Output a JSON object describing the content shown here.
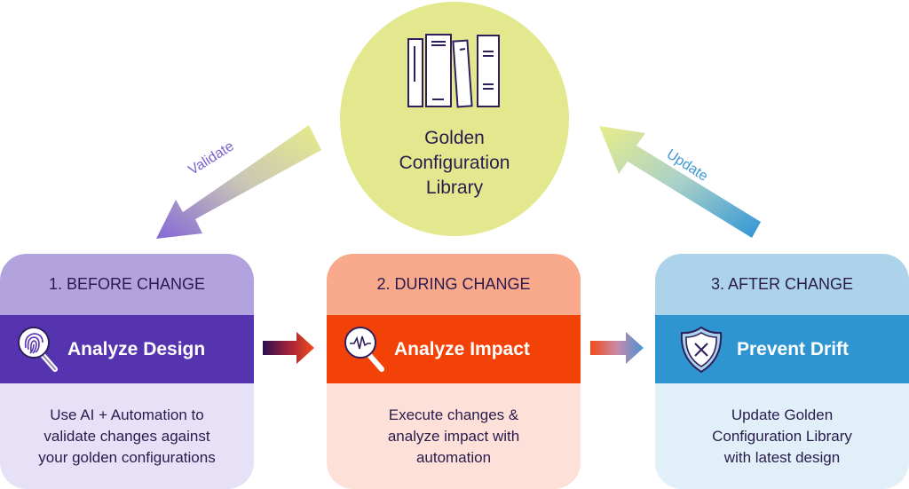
{
  "library": {
    "title_lines": [
      "Golden",
      "Configuration",
      "Library"
    ],
    "icon": "books-icon",
    "color": "#e3e88f"
  },
  "arrows": {
    "validate_label": "Validate",
    "update_label": "Update",
    "validate_color": "#7a62d0",
    "update_color": "#3a97d4"
  },
  "stages": [
    {
      "header": "1. BEFORE CHANGE",
      "title": "Analyze Design",
      "icon": "fingerprint-search-icon",
      "body_lines": [
        "Use AI + Automation to",
        "validate changes against",
        "your golden configurations"
      ],
      "colors": {
        "header": "#b2a3df",
        "band": "#5634b0",
        "body": "#e6e1f6"
      }
    },
    {
      "header": "2. DURING CHANGE",
      "title": "Analyze Impact",
      "icon": "pulse-search-icon",
      "body_lines": [
        "Execute changes &",
        "analyze impact with",
        "automation"
      ],
      "colors": {
        "header": "#f9a98c",
        "band": "#f24207",
        "body": "#fde1d8"
      }
    },
    {
      "header": "3. AFTER CHANGE",
      "title": "Prevent Drift",
      "icon": "shield-x-icon",
      "body_lines": [
        "Update Golden",
        "Configuration Library",
        "with latest design"
      ],
      "colors": {
        "header": "#acd3ea",
        "band": "#2f95d1",
        "body": "#e0eff8"
      }
    }
  ]
}
